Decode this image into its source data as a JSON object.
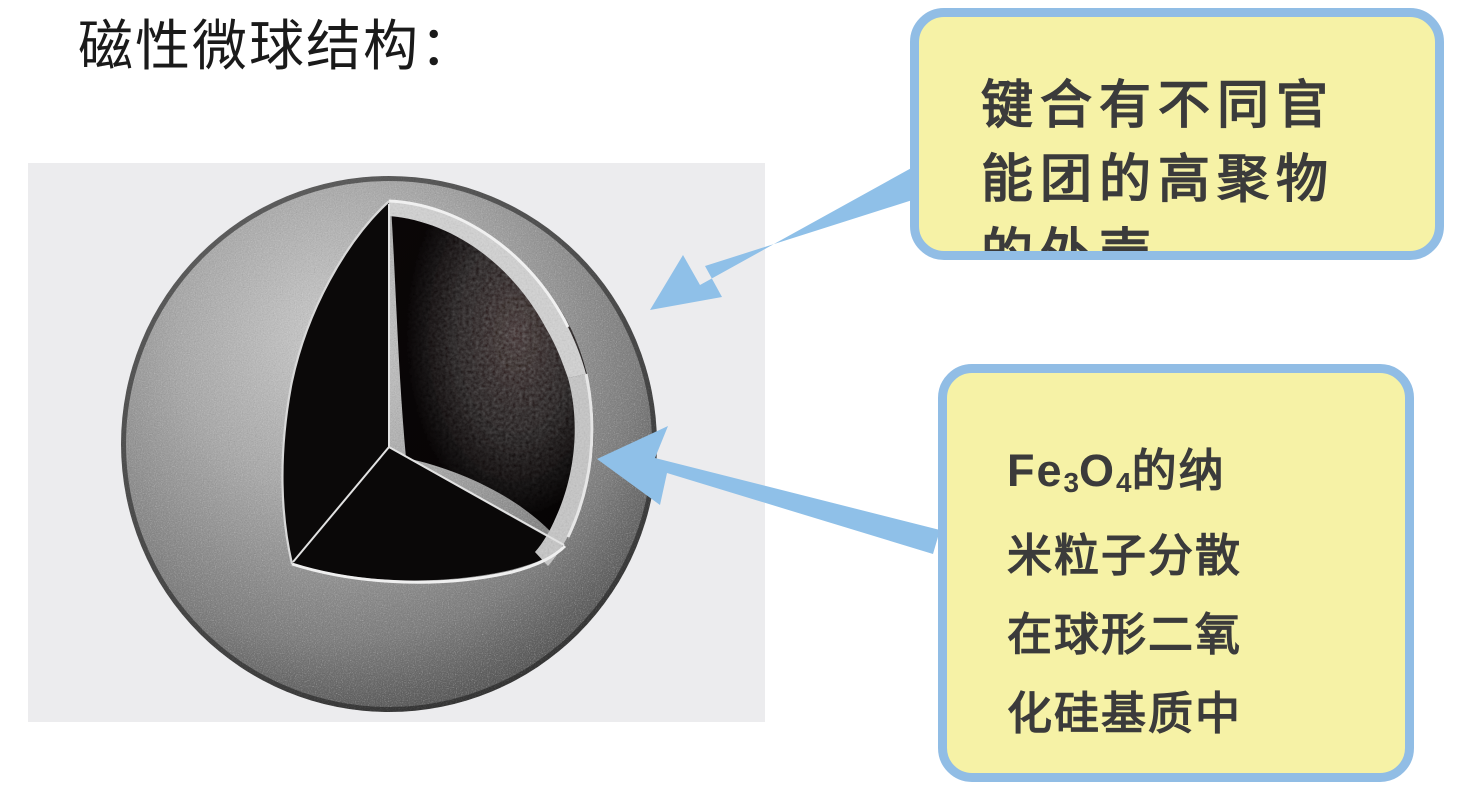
{
  "slide": {
    "title": "磁性微球结构："
  },
  "figure": {
    "name": "magnetic-microsphere-cutaway",
    "panel_background": "#ececee",
    "shell_color_light": "#b9b9b9",
    "shell_color_dark": "#2e2e2e",
    "core_color": "#080505",
    "core_tint": "#2a1414",
    "edge_highlight": "#e8e8e8"
  },
  "callouts": [
    {
      "id": "polymer",
      "lines": [
        "键合有不同官",
        "能团的高聚物"
      ],
      "clipped_line": "的外壳",
      "fill": "#f6f2a6",
      "border": "#91bde5",
      "text_color": "#3b3b3b"
    },
    {
      "id": "core",
      "line1_formula_prefix": "Fe",
      "line1_sub1": "3",
      "line1_mid": "O",
      "line1_sub2": "4",
      "line1_suffix": "的纳",
      "lines_rest": [
        "米粒子分散",
        "在球形二氧",
        "化硅基质中"
      ],
      "fill": "#f6f2a6",
      "border": "#91bde5",
      "text_color": "#3b3b3b"
    }
  ],
  "arrows": [
    {
      "id": "arrow-to-shell",
      "color": "#8fc0e8",
      "from": "callout-polymer",
      "to": "sphere-shell"
    },
    {
      "id": "arrow-to-core",
      "color": "#8fc0e8",
      "from": "callout-core",
      "to": "sphere-core"
    }
  ]
}
